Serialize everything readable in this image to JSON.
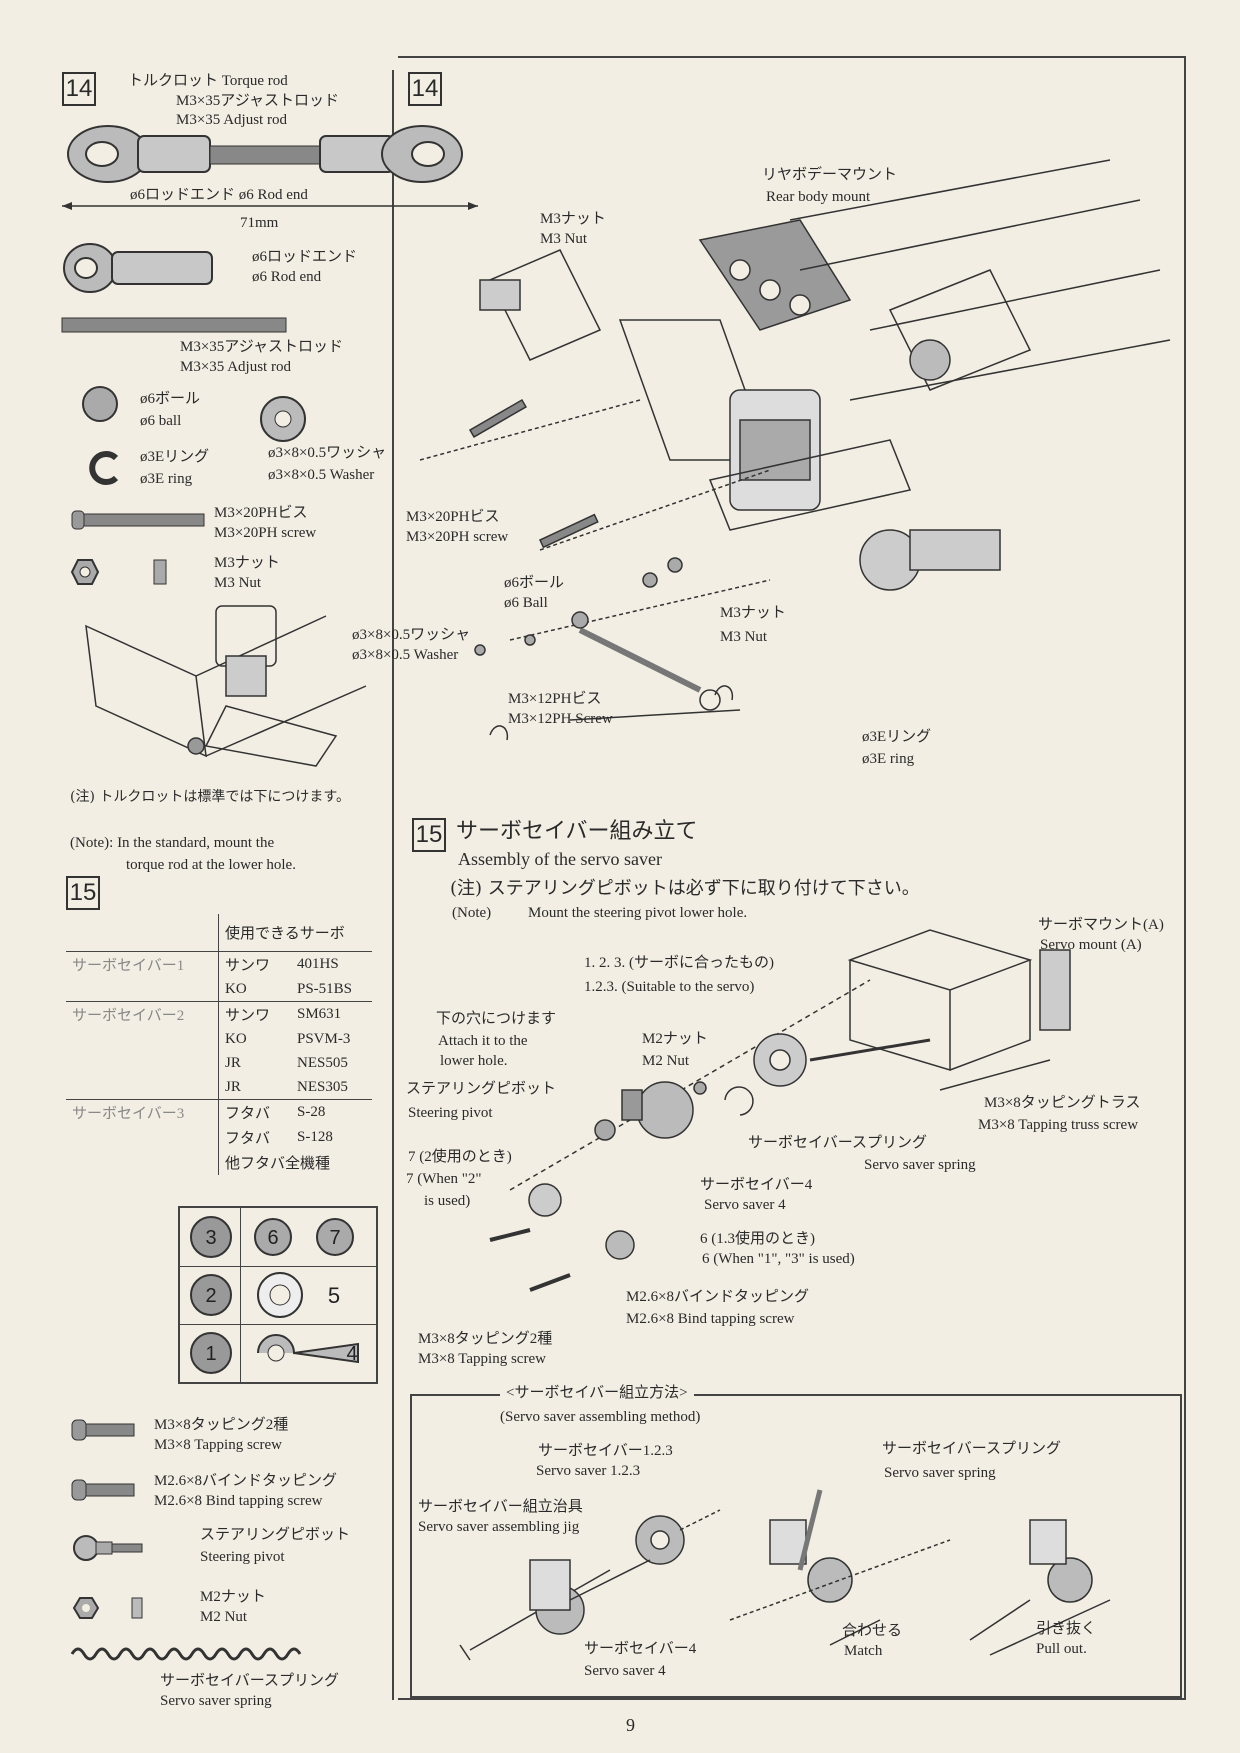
{
  "steps": {
    "s14": "14",
    "s15": "15"
  },
  "left14": {
    "torque_rod_jp": "トルクロット Torque rod",
    "adjust_rod_jp": "M3×35アジャストロッド",
    "adjust_rod_en": "M3×35 Adjust rod",
    "rod_end_label": "ø6ロッドエンド ø6 Rod end",
    "length": "71mm",
    "rod_end_jp": "ø6ロッドエンド",
    "rod_end_en": "ø6 Rod end",
    "adjust_rod2_jp": "M3×35アジャストロッド",
    "adjust_rod2_en": "M3×35 Adjust rod",
    "ball_jp": "ø6ボール",
    "ball_en": "ø6 ball",
    "washer_jp": "ø3×8×0.5ワッシャ",
    "washer_en": "ø3×8×0.5 Washer",
    "ering_jp": "ø3Eリング",
    "ering_en": "ø3E ring",
    "screw_jp": "M3×20PHビス",
    "screw_en": "M3×20PH screw",
    "nut_jp": "M3ナット",
    "nut_en": "M3 Nut",
    "note_jp": "(注) トルクロットは標準では下につけます。",
    "note_en_1": "(Note): In the standard, mount the",
    "note_en_2": "torque rod at the lower hole."
  },
  "right14": {
    "rear_body_mount_jp": "リヤボデーマウント",
    "rear_body_mount_en": "Rear body mount",
    "m3nut_jp": "M3ナット",
    "m3nut_en": "M3 Nut",
    "screw_jp": "M3×20PHビス",
    "screw_en": "M3×20PH screw",
    "ball_jp": "ø6ボール",
    "ball_en": "ø6 Ball",
    "m3nut2_jp": "M3ナット",
    "m3nut2_en": "M3 Nut",
    "washer_jp": "ø3×8×0.5ワッシャ",
    "washer_en": "ø3×8×0.5 Washer",
    "screw12_jp": "M3×12PHビス",
    "screw12_en": "M3×12PH Screw",
    "ering_jp": "ø3Eリング",
    "ering_en": "ø3E ring"
  },
  "left15": {
    "table_header": "使用できるサーボ",
    "rows": [
      {
        "group": "サーボセイバー1",
        "maker": "サンワ",
        "model": "401HS"
      },
      {
        "group": "",
        "maker": "KO",
        "model": "PS-51BS"
      },
      {
        "group": "サーボセイバー2",
        "maker": "サンワ",
        "model": "SM631"
      },
      {
        "group": "",
        "maker": "KO",
        "model": "PSVM-3"
      },
      {
        "group": "",
        "maker": "JR",
        "model": "NES505"
      },
      {
        "group": "",
        "maker": "JR",
        "model": "NES305"
      },
      {
        "group": "サーボセイバー3",
        "maker": "フタバ",
        "model": "S-28"
      },
      {
        "group": "",
        "maker": "フタバ",
        "model": "S-128"
      },
      {
        "group": "",
        "maker": "他フタバ全機種",
        "model": ""
      }
    ],
    "saver_numbers": [
      "3",
      "6",
      "7",
      "2",
      "5",
      "1",
      "4"
    ],
    "tapping_jp": "M3×8タッピング2種",
    "tapping_en": "M3×8 Tapping screw",
    "bind_jp": "M2.6×8バインドタッピング",
    "bind_en": "M2.6×8 Bind tapping screw",
    "pivot_jp": "ステアリングピボット",
    "pivot_en": "Steering pivot",
    "m2nut_jp": "M2ナット",
    "m2nut_en": "M2 Nut",
    "spring_jp": "サーボセイバースプリング",
    "spring_en": "Servo saver spring"
  },
  "right15": {
    "title_jp": "サーボセイバー組み立て",
    "title_en": "Assembly of the servo saver",
    "note_jp": "(注)  ステアリングピボットは必ず下に取り付けて下さい。",
    "note_en_label": "(Note)",
    "note_en": "Mount the steering pivot lower hole.",
    "servo_mount_jp": "サーボマウント(A)",
    "servo_mount_en": "Servo mount (A)",
    "suitable_jp": "1. 2. 3. (サーボに合ったもの)",
    "suitable_en": "1.2.3. (Suitable to the servo)",
    "lower_hole_jp": "下の穴につけます",
    "lower_hole_en1": "Attach it to the",
    "lower_hole_en2": "lower hole.",
    "m2nut_jp": "M2ナット",
    "m2nut_en": "M2 Nut",
    "pivot_jp": "ステアリングピボット",
    "pivot_en": "Steering pivot",
    "truss_jp": "M3×8タッピングトラス",
    "truss_en": "M3×8 Tapping truss screw",
    "spring_jp": "サーボセイバースプリング",
    "spring_en": "Servo saver spring",
    "when2_jp": "7 (2使用のとき)",
    "when2_en1": "7 (When \"2\"",
    "when2_en2": "is used)",
    "saver4_jp": "サーボセイバー4",
    "saver4_en": "Servo saver 4",
    "when13_jp": "6 (1.3使用のとき)",
    "when13_en": "6 (When \"1\", \"3\" is used)",
    "bind_jp": "M2.6×8バインドタッピング",
    "bind_en": "M2.6×8 Bind tapping screw",
    "tapping_jp": "M3×8タッピング2種",
    "tapping_en": "M3×8 Tapping screw"
  },
  "method": {
    "title_jp": "<サーボセイバー組立方法>",
    "title_en": "(Servo saver assembling method)",
    "saver123_jp": "サーボセイバー1.2.3",
    "saver123_en": "Servo saver 1.2.3",
    "jig_jp": "サーボセイバー組立治具",
    "jig_en": "Servo saver assembling jig",
    "spring_jp": "サーボセイバースプリング",
    "spring_en": "Servo saver spring",
    "saver4_jp": "サーボセイバー4",
    "saver4_en": "Servo saver 4",
    "match_jp": "合わせる",
    "match_en": "Match",
    "pull_jp": "引き抜く",
    "pull_en": "Pull out."
  },
  "page_number": "9"
}
